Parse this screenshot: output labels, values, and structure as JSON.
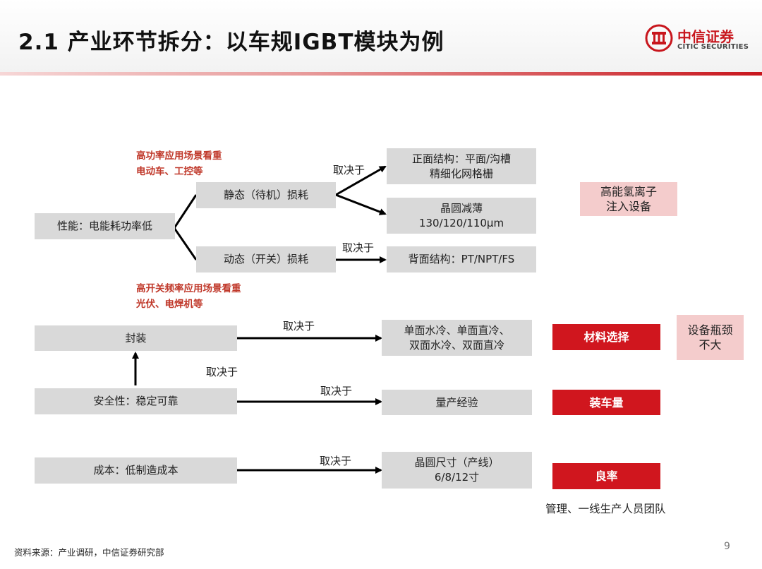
{
  "slide": {
    "title": "2.1 产业环节拆分：以车规IGBT模块为例",
    "logo_cn": "中信证券",
    "logo_en": "CITIC SECURITIES",
    "page_number": "9",
    "source": "资料来源：产业调研，中信证券研究部"
  },
  "colors": {
    "accent_red": "#d0161e",
    "box_grey": "#d9d9d9",
    "pink": "#f4cccc"
  },
  "notes": {
    "high_power_1": "高功率应用场景看重",
    "high_power_2": "电动车、工控等",
    "high_switch_1": "高开关频率应用场景看重",
    "high_switch_2": "光伏、电焊机等"
  },
  "boxes": {
    "performance": "性能：电能耗功率低",
    "static_loss": "静态（待机）损耗",
    "dynamic_loss": "动态（开关）损耗",
    "front_1": "正面结构：平面/沟槽",
    "front_2": "精细化网格栅",
    "thin_1": "晶圆减薄",
    "thin_2": "130/120/110μm",
    "back": "背面结构：PT/NPT/FS",
    "ion_1": "高能氢离子",
    "ion_2": "注入设备",
    "package": "封装",
    "cooling_1": "单面水冷、单面直冷、",
    "cooling_2": "双面水冷、双面直冷",
    "material": "材料选择",
    "bottleneck_1": "设备瓶颈",
    "bottleneck_2": "不大",
    "safety": "安全性：稳定可靠",
    "mass_exp": "量产经验",
    "volume": "装车量",
    "cost": "成本：低制造成本",
    "wafer_1": "晶圆尺寸（产线）",
    "wafer_2": "6/8/12寸",
    "yield": "良率",
    "team": "管理、一线生产人员团队"
  },
  "labels": {
    "depends_static": "取决于",
    "depends_dynamic": "取决于",
    "depends_package": "取决于",
    "depends_up": "取决于",
    "depends_safety": "取决于",
    "depends_cost": "取决于"
  }
}
